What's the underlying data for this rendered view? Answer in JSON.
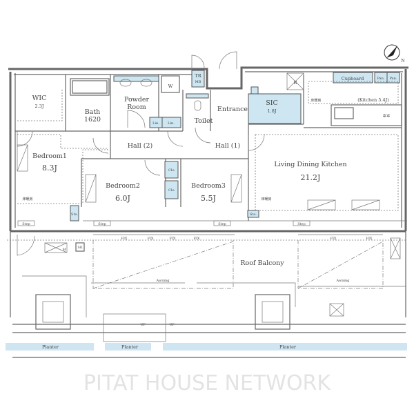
{
  "rooms": {
    "wic": {
      "name": "WIC",
      "size": "2.3J"
    },
    "bath": {
      "name": "Bath",
      "size": "1620"
    },
    "powder": {
      "name": "Powder",
      "name2": "Room"
    },
    "washer": "W",
    "trmb": {
      "line1": "TR",
      "line2": "MB"
    },
    "lin1": "Lin.",
    "lin2": "Lin.",
    "toilet": "Toilet",
    "entrance": "Entrance",
    "sic": {
      "name": "SIC",
      "size": "1.8J"
    },
    "fridge": "R",
    "cupboard": "Cupboard",
    "pan1": "Pan.",
    "pan2": "Pan.",
    "kitchen": "(Kitchen 5.4J)",
    "hall2": "Hall (2)",
    "hall1": "Hall (1)",
    "bedroom1": {
      "name": "Bedroom1",
      "size": "8.3J"
    },
    "bedroom2": {
      "name": "Bedroom2",
      "size": "6.0J"
    },
    "bedroom3": {
      "name": "Bedroom3",
      "size": "5.5J"
    },
    "ldk": {
      "name": "Living Dining Kitchen",
      "size": "21.2J"
    },
    "clo1": "Clo.",
    "clo2": "Clo.",
    "sto1": "Sto.",
    "sto2": "Sto.",
    "floor_heating": "床暖房"
  },
  "steps": [
    "Step",
    "Step",
    "Step",
    "Step"
  ],
  "fix": [
    "FIX",
    "FIX",
    "FIX",
    "FIX",
    "FIX",
    "FIX"
  ],
  "balcony": {
    "name": "Roof Balcony",
    "awning": "Awning",
    "sk": "SK",
    "m": "M",
    "up": "UP"
  },
  "planters": [
    "Planter",
    "Planter",
    "Planter"
  ],
  "watermark": "PITAT HOUSE NETWORK",
  "compass": "N",
  "colors": {
    "storage_fill": "#cde6f2",
    "wall": "#666666"
  }
}
